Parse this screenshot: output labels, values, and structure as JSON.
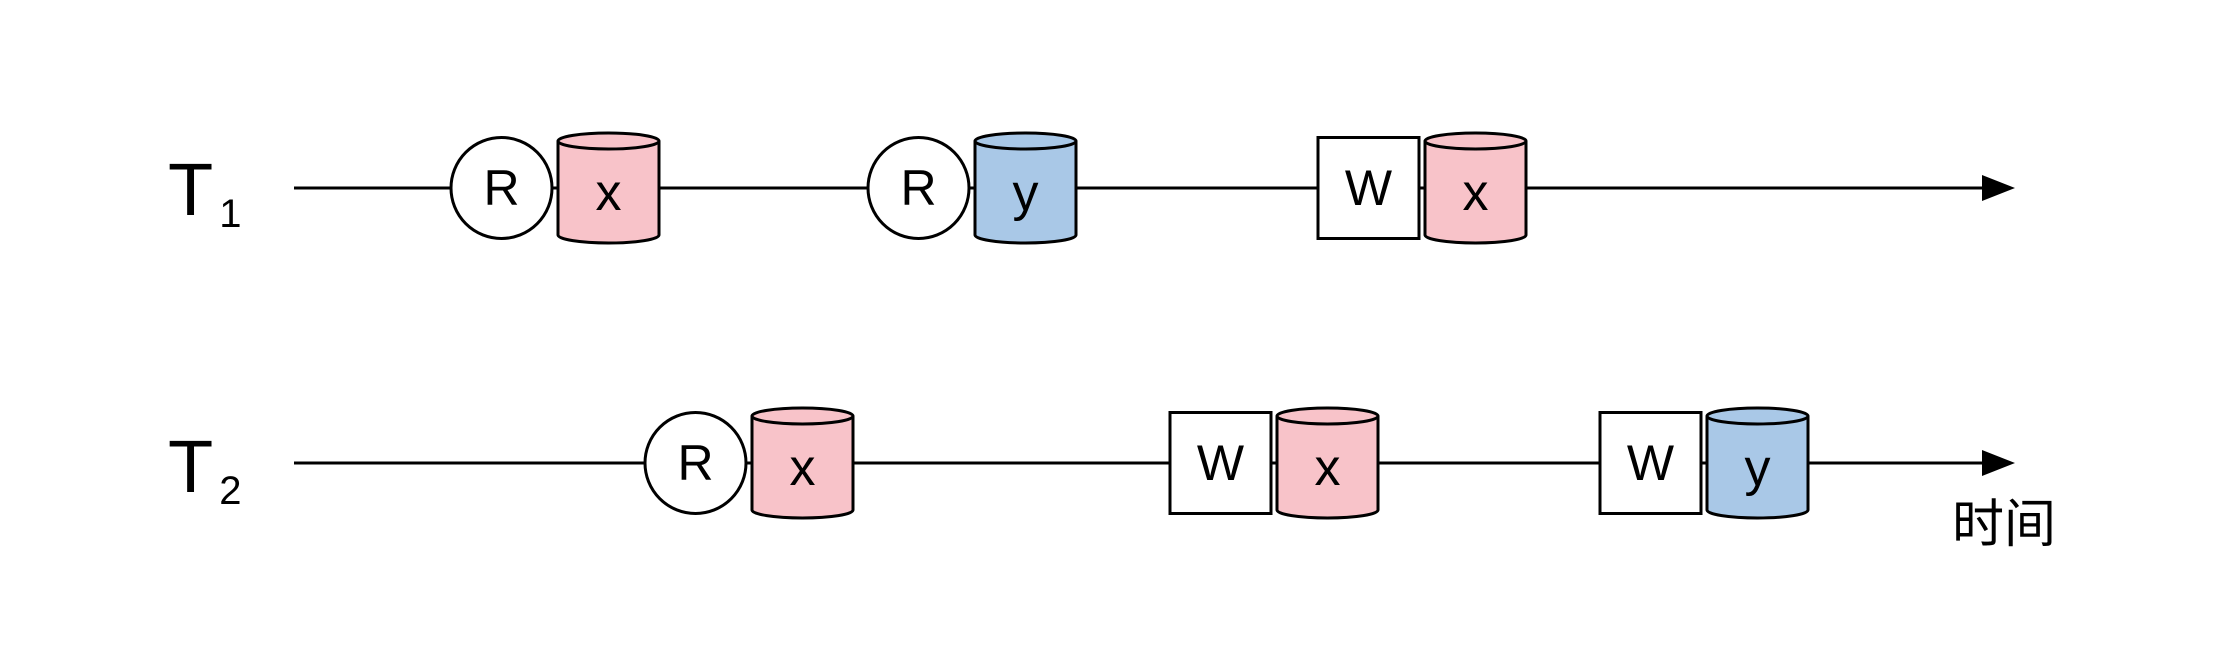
{
  "title": "Transaction schedule timeline",
  "colors": {
    "x": "#f8c3c9",
    "y": "#a9c8e7",
    "stroke": "#000000",
    "op_fill": "#ffffff"
  },
  "time_label": "时间",
  "transactions": [
    {
      "name": "T",
      "subscript": "1",
      "operations": [
        {
          "op": "R",
          "shape": "circle",
          "item": "x"
        },
        {
          "op": "R",
          "shape": "circle",
          "item": "y"
        },
        {
          "op": "W",
          "shape": "square",
          "item": "x"
        }
      ]
    },
    {
      "name": "T",
      "subscript": "2",
      "operations": [
        {
          "op": "R",
          "shape": "circle",
          "item": "x"
        },
        {
          "op": "W",
          "shape": "square",
          "item": "x"
        },
        {
          "op": "W",
          "shape": "square",
          "item": "y"
        }
      ]
    }
  ]
}
